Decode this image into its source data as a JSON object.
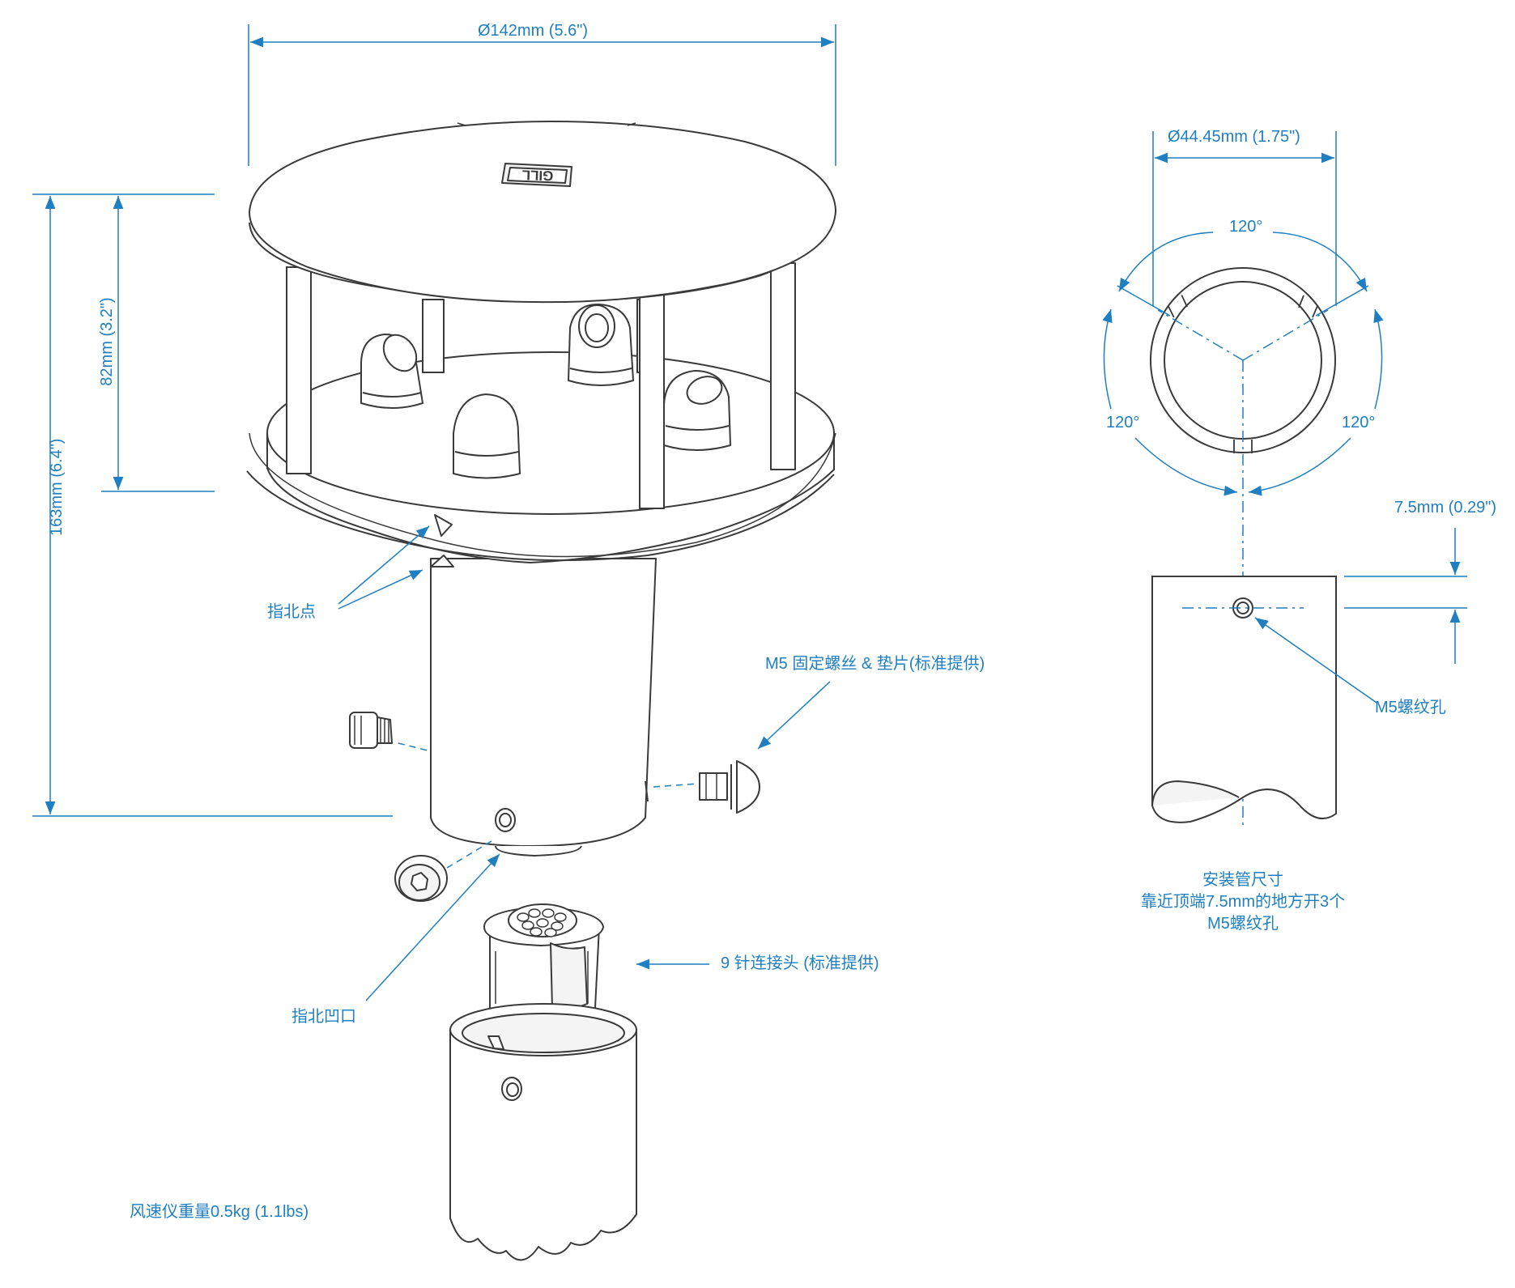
{
  "colors": {
    "annotation": "#1f7fc0",
    "outline": "#3a3a3a",
    "body_fill": "#ffffff",
    "shade": "#e6e6e6"
  },
  "dimensions": {
    "top_diameter": "Ø142mm (5.6\")",
    "total_height": "163mm (6.4\")",
    "head_height": "82mm (3.2\")",
    "pipe_diameter": "Ø44.45mm (1.75\")",
    "angle_top": "120°",
    "angle_left": "120°",
    "angle_right": "120°",
    "hole_offset": "7.5mm (0.29\")"
  },
  "labels": {
    "north_points": "指北点",
    "fixing_screws": "M5 固定螺丝 & 垫片(标准提供)",
    "north_notch": "指北凹口",
    "connector": "9 针连接头 (标准提供)",
    "thread_hole": "M5螺纹孔",
    "weight": "风速仪重量0.5kg (1.1lbs)",
    "pipe_note": [
      "安装管尺寸",
      "靠近顶端7.5mm的地方开3个",
      "M5螺纹孔"
    ]
  },
  "logo_text": "GILL"
}
